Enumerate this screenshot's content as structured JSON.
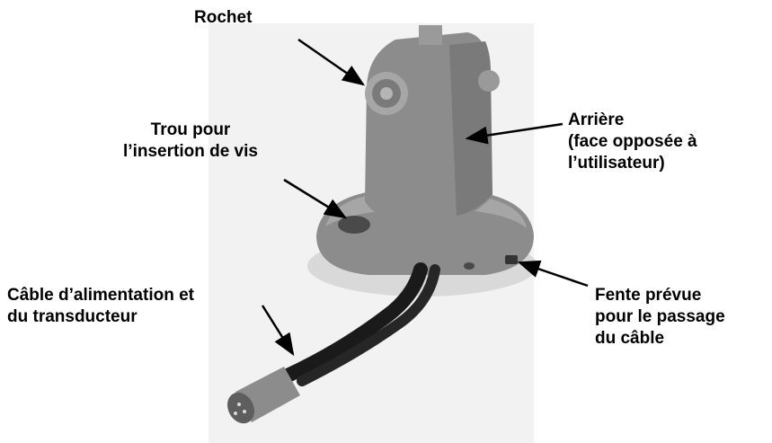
{
  "diagram": {
    "labels": {
      "ratchet": [
        "Rochet"
      ],
      "screw_hole": [
        "Trou pour",
        "l’insertion de vis"
      ],
      "back": [
        "Arrière",
        "(face opposée à",
        "l’utilisateur)"
      ],
      "cable": [
        "Câble d’alimentation et",
        "du transducteur"
      ],
      "slot": [
        "Fente prévue",
        "pour le passage",
        "du câble"
      ]
    },
    "colors": {
      "background": "#ffffff",
      "photo_backdrop": "#f2f2f2",
      "bracket_gray": "#8c8c8c",
      "bracket_light": "#a6a6a6",
      "bracket_dark": "#5e5e5e",
      "cable": "#1a1a1a",
      "arrow": "#000000"
    }
  }
}
